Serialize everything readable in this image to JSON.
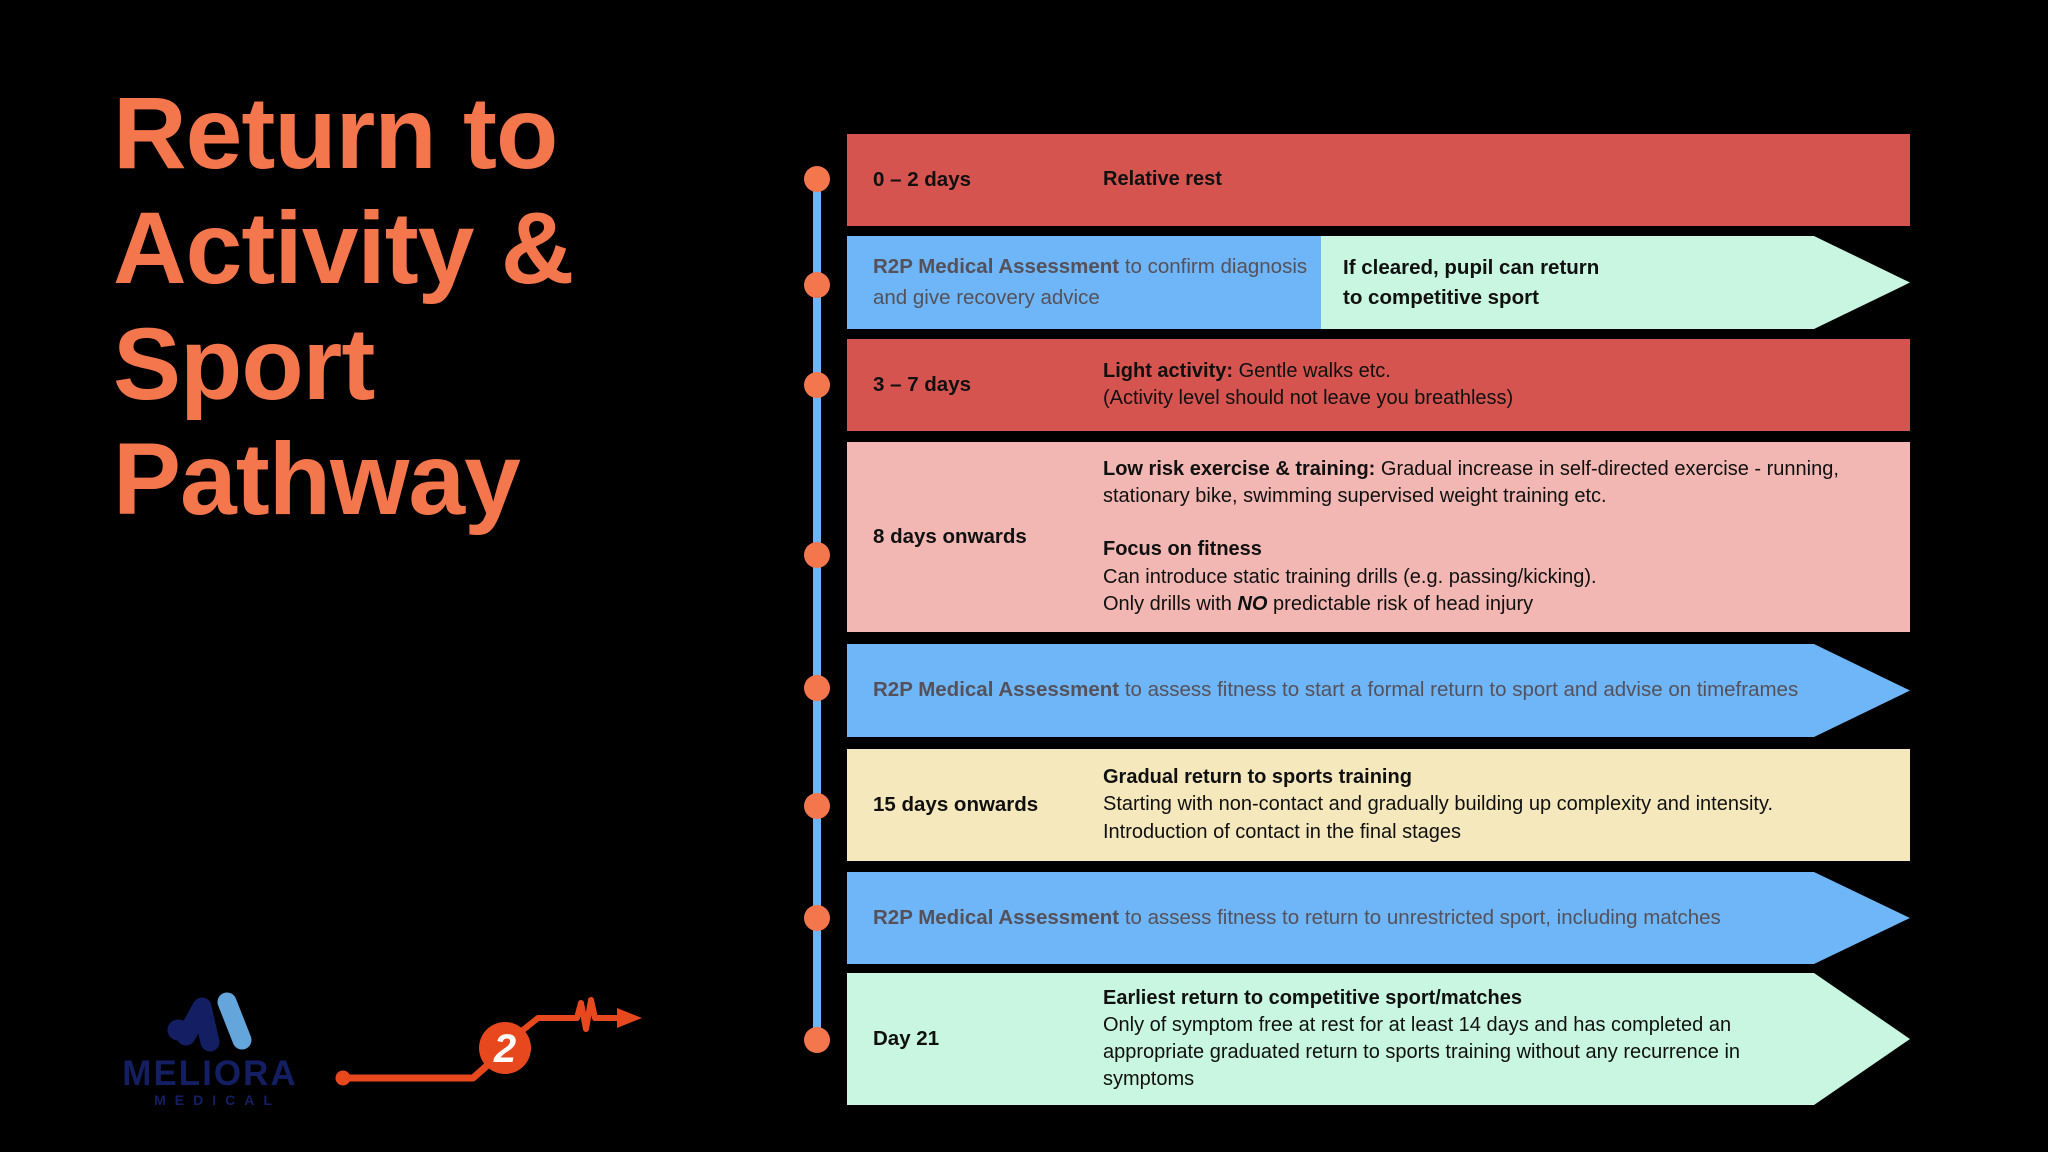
{
  "colors": {
    "bg": "#000000",
    "coral": "#F4764C",
    "red": "#D5544F",
    "blue": "#6EB6F8",
    "mint": "#C9F6E1",
    "pink": "#F2B7B3",
    "cream": "#F5E8BD",
    "ink": "#101010",
    "slate": "#55515A",
    "navy": "#141F63",
    "logo-blue": "#64A5DC",
    "footer-orange": "#E8481D"
  },
  "title": "Return to\nActivity &\nSport\nPathway",
  "rows": {
    "r1": {
      "label": "0 – 2 days",
      "text": "Relative rest"
    },
    "r2": {
      "assessment_bold": "R2P Medical Assessment",
      "assessment_rest": " to confirm diagnosis and give recovery advice",
      "outcome": "If cleared, pupil can return\nto competitive sport"
    },
    "r3": {
      "label": "3 – 7 days",
      "line1_bold": "Light activity:",
      "line1_rest": " Gentle walks etc.",
      "line2": "(Activity level should not leave you breathless)"
    },
    "r4": {
      "label": "8 days onwards",
      "p1_bold": "Low risk exercise & training:",
      "p1_rest": " Gradual increase in self-directed exercise - running, stationary bike, swimming supervised weight training etc.",
      "p2_bold": "Focus on fitness",
      "p2_line2": "Can introduce static training drills (e.g. passing/kicking).",
      "p3_pre": "Only drills with ",
      "p3_emph": "NO",
      "p3_post": " predictable risk of head injury"
    },
    "r5": {
      "bold": "R2P Medical Assessment",
      "rest": " to assess fitness to start a formal return to sport and advise on timeframes"
    },
    "r6": {
      "label": "15 days onwards",
      "line1_bold": "Gradual return to sports training",
      "line2": "Starting with non-contact and gradually building up complexity and intensity.",
      "line3": "Introduction of contact in the final stages"
    },
    "r7": {
      "bold": "R2P Medical Assessment",
      "rest": " to assess fitness to return to unrestricted sport, including matches"
    },
    "r8": {
      "label": "Day 21",
      "line1_bold": "Earliest return to competitive sport/matches",
      "rest": "Only of symptom free at rest for at least 14 days and has completed an appropriate graduated return to sports training without any recurrence in symptoms"
    }
  },
  "logo": {
    "brand": "MELIORA",
    "sub": "MEDICAL"
  },
  "footer": {
    "page_number": "2"
  }
}
